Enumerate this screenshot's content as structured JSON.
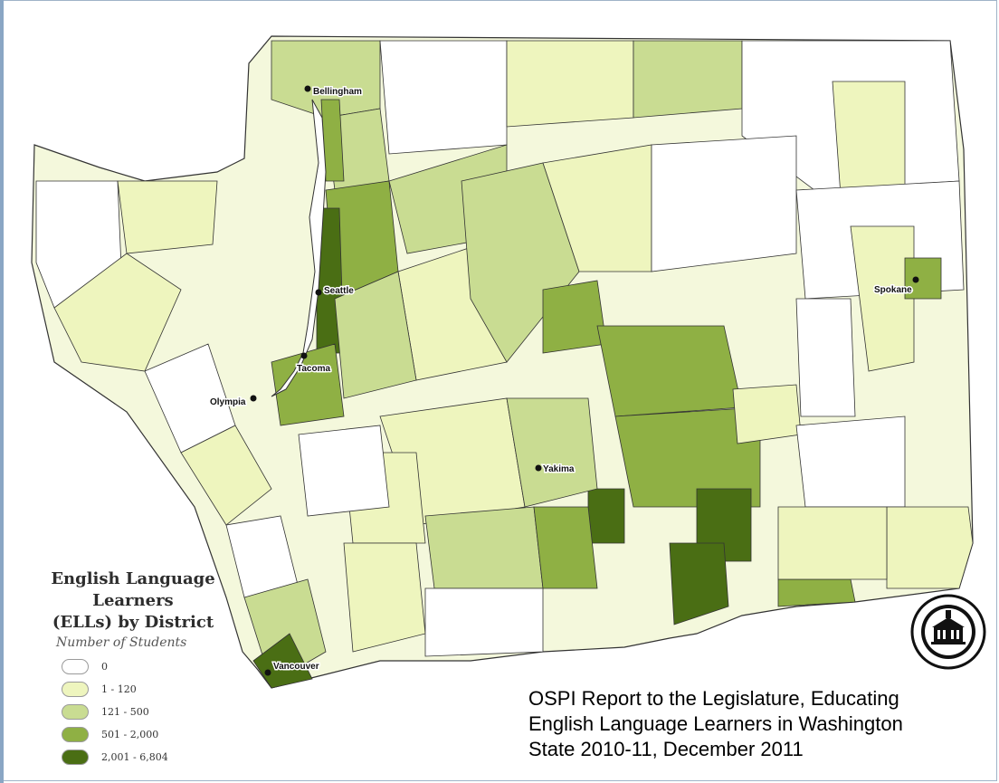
{
  "legend": {
    "title_line1": "English Language Learners",
    "title_line2": "(ELLs) by District",
    "subtitle": "Number of Students",
    "classes": [
      {
        "label": "0",
        "color": "#ffffff"
      },
      {
        "label": "1 - 120",
        "color": "#eef5be"
      },
      {
        "label": "121 - 500",
        "color": "#c9dc92"
      },
      {
        "label": "501 - 2,000",
        "color": "#8fb044"
      },
      {
        "label": "2,001 - 6,804",
        "color": "#4a6e14"
      }
    ]
  },
  "cities": [
    {
      "name": "Bellingham"
    },
    {
      "name": "Seattle"
    },
    {
      "name": "Tacoma"
    },
    {
      "name": "Olympia"
    },
    {
      "name": "Yakima"
    },
    {
      "name": "Spokane"
    },
    {
      "name": "Vancouver"
    }
  ],
  "caption": {
    "line1": "OSPI Report to the Legislature, Educating",
    "line2": "English Language Learners in Washington",
    "line3": "State 2010-11, December 2011"
  },
  "colors": {
    "outline": "#333333",
    "water": "#ffffff"
  }
}
